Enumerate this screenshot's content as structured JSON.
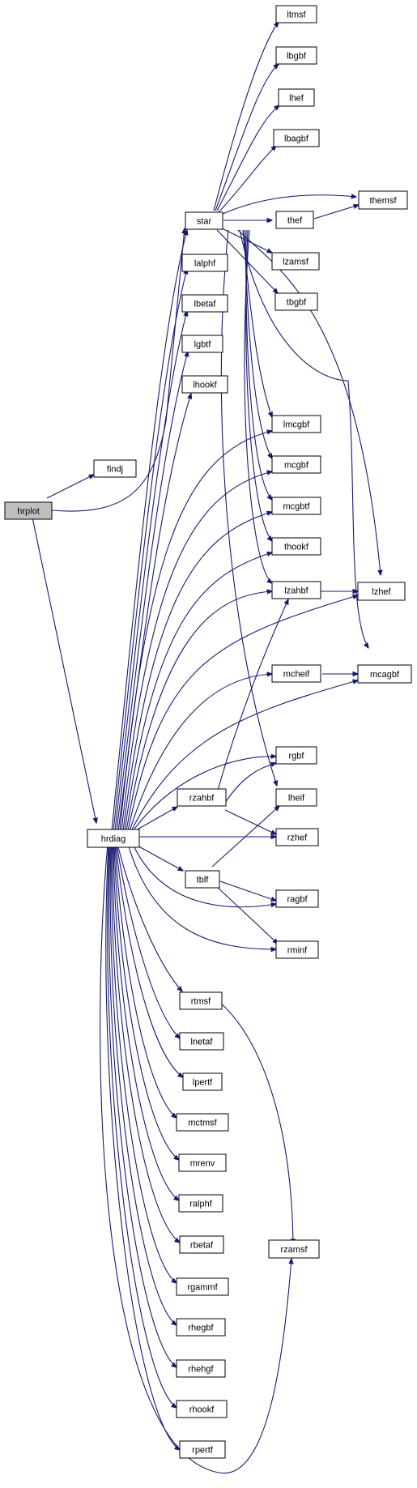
{
  "graph": {
    "edge_color": "#191970",
    "root_fill": "#bfbfbf",
    "nodes": {
      "hrplot": "hrplot",
      "findj": "findj",
      "hrdiag": "hrdiag",
      "star": "star",
      "lalphf": "lalphf",
      "lbetaf": "lbetaf",
      "lgbtf": "lgbtf",
      "lhookf": "lhookf",
      "ltmsf": "ltmsf",
      "lbgbf": "lbgbf",
      "lhef": "lhef",
      "lbagbf": "lbagbf",
      "themsf": "themsf",
      "thef": "thef",
      "lzamsf": "lzamsf",
      "tbgbf": "tbgbf",
      "lmcgbf": "lmcgbf",
      "mcgbf": "mcgbf",
      "mcgbtf": "mcgbtf",
      "thookf": "thookf",
      "lzahbf": "lzahbf",
      "lzhef": "lzhef",
      "mcheif": "mcheif",
      "mcagbf": "mcagbf",
      "rgbf": "rgbf",
      "rzahbf": "rzahbf",
      "lheif": "lheif",
      "rzhef": "rzhef",
      "tblf": "tblf",
      "ragbf": "ragbf",
      "rminf": "rminf",
      "rtmsf": "rtmsf",
      "lnetaf": "lnetaf",
      "lpertf": "lpertf",
      "mctmsf": "mctmsf",
      "mrenv": "mrenv",
      "ralphf": "ralphf",
      "rbetaf": "rbetaf",
      "rzamsf": "rzamsf",
      "rgammf": "rgammf",
      "rhegbf": "rhegbf",
      "rhehgf": "rhehgf",
      "rhookf": "rhookf",
      "rpertf": "rpertf"
    }
  }
}
